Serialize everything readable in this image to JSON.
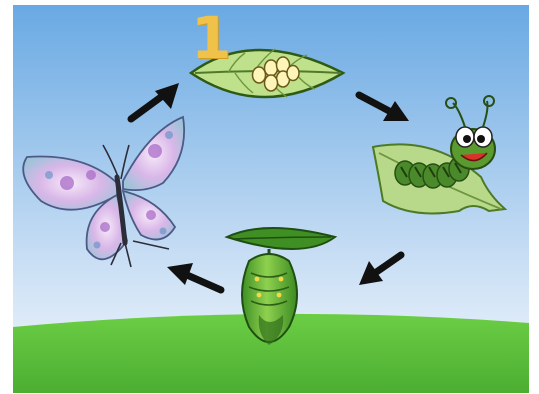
{
  "diagram": {
    "step_number": "1",
    "stages": [
      {
        "name": "egg",
        "icon": "egg-on-leaf-icon"
      },
      {
        "name": "caterpillar",
        "icon": "caterpillar-icon"
      },
      {
        "name": "pupa",
        "icon": "chrysalis-icon"
      },
      {
        "name": "butterfly",
        "icon": "butterfly-icon"
      }
    ],
    "colors": {
      "sky_top": "#6faee6",
      "sky_bottom": "#f2f7fc",
      "grass": "#5cbf3b",
      "leaf": "#bfe18b",
      "arrow": "#111111",
      "number": "#f0c24a"
    }
  }
}
